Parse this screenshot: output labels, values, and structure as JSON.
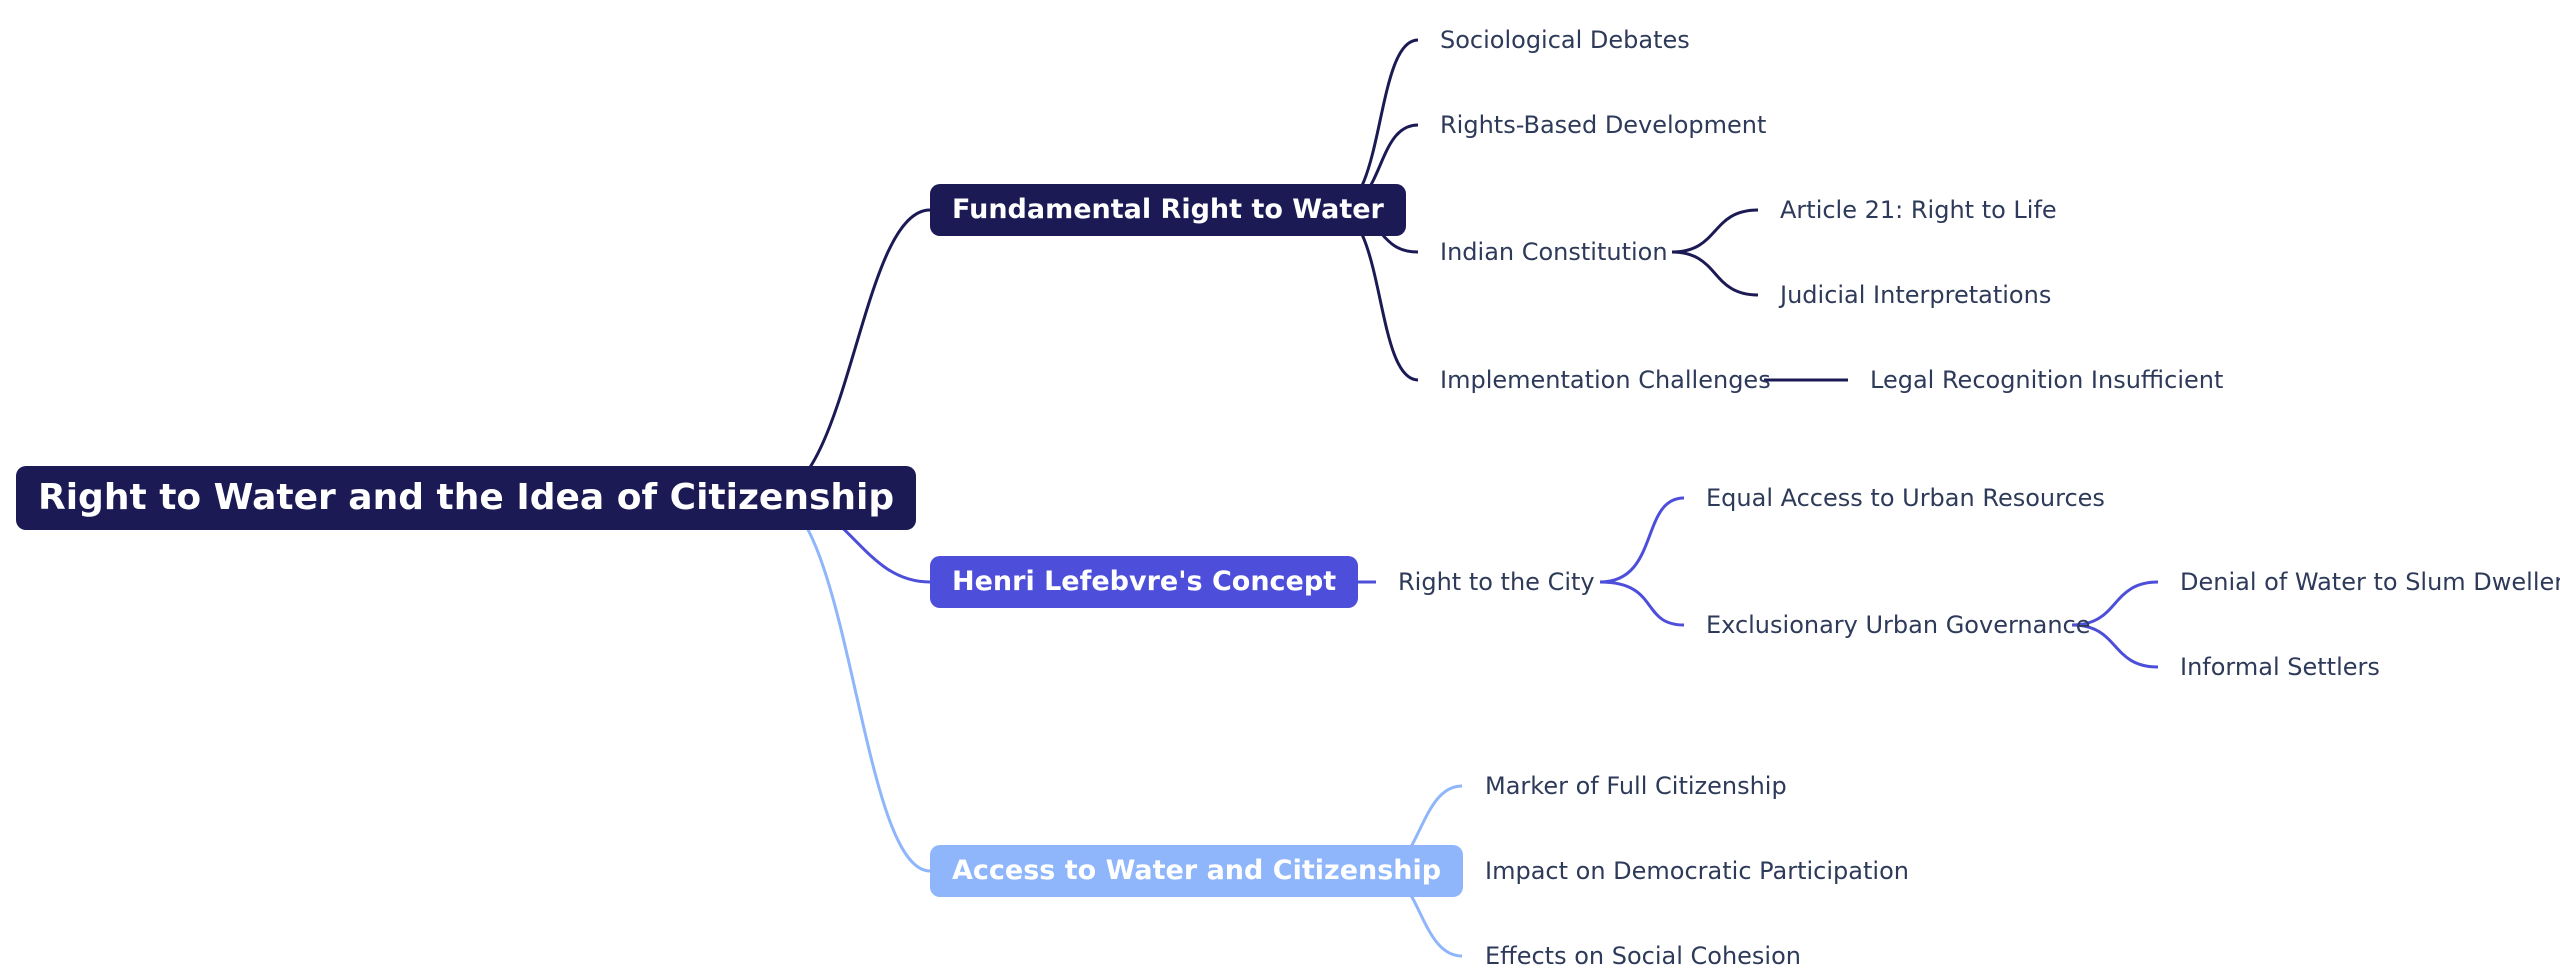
{
  "colors": {
    "navy": "#1b1a55",
    "indigo": "#4d4ed9",
    "sky": "#8fb6fb",
    "text": "#2e3a59"
  },
  "root": {
    "label": "Right to Water and the Idea of Citizenship"
  },
  "branches": {
    "fundamental": {
      "label": "Fundamental Right to Water",
      "children": {
        "sociological": "Sociological Debates",
        "rights_based": "Rights-Based Development",
        "constitution": "Indian Constitution",
        "article21": "Article 21: Right to Life",
        "judicial": "Judicial Interpretations",
        "implementation": "Implementation Challenges",
        "legal": "Legal Recognition Insufficient"
      }
    },
    "lefebvre": {
      "label": "Henri Lefebvre's Concept",
      "children": {
        "right_city": "Right to the City",
        "equal_access": "Equal Access to Urban Resources",
        "exclusionary": "Exclusionary Urban Governance",
        "denial": "Denial of Water to Slum Dwellers",
        "informal": "Informal Settlers"
      }
    },
    "access": {
      "label": "Access to Water and Citizenship",
      "children": {
        "marker": "Marker of Full Citizenship",
        "impact": "Impact on Democratic Participation",
        "effects": "Effects on Social Cohesion"
      }
    }
  }
}
